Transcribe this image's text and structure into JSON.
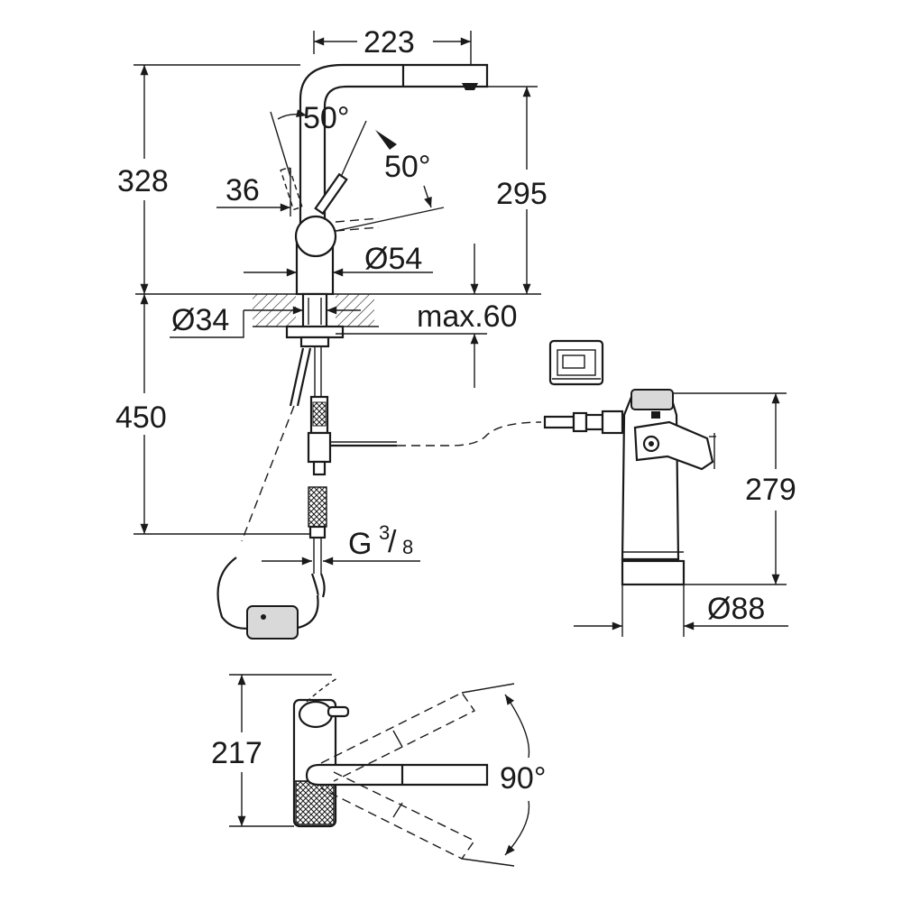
{
  "dimensions": {
    "spout_reach": "223",
    "total_height": "328",
    "spout_height": "295",
    "lever_angle_left": "50°",
    "lever_angle_right": "50°",
    "lever_offset": "36",
    "body_diameter": "Ø54",
    "hole_diameter": "Ø34",
    "max_thickness": "max.60",
    "hose_length": "450",
    "thread_main": "G",
    "thread_num": "3",
    "thread_den": "8",
    "filter_height": "279",
    "filter_diameter": "Ø88",
    "top_view_height": "217",
    "swivel_angle": "90°"
  }
}
